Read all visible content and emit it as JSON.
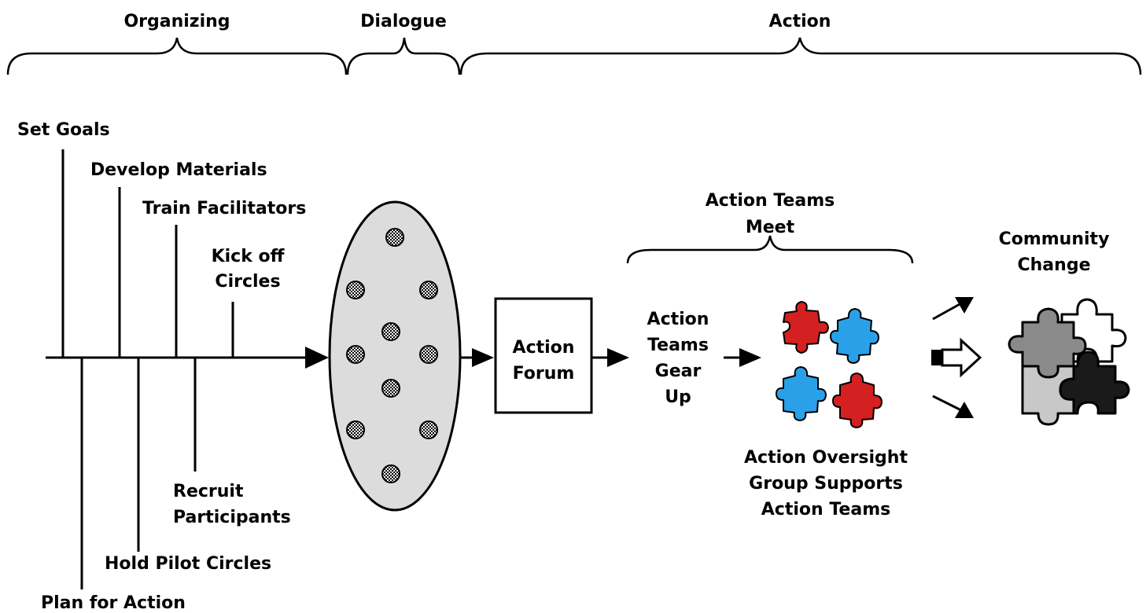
{
  "phases": {
    "organizing": "Organizing",
    "dialogue": "Dialogue",
    "action": "Action"
  },
  "timeline_top": {
    "set_goals": "Set Goals",
    "develop_materials": "Develop Materials",
    "train_facilitators": "Train Facilitators",
    "kick_off_1": "Kick off",
    "kick_off_2": "Circles"
  },
  "timeline_bottom": {
    "plan_for_action": "Plan for Action",
    "hold_pilot_circles": "Hold Pilot Circles",
    "recruit_1": "Recruit",
    "recruit_2": "Participants"
  },
  "forum": {
    "line1": "Action",
    "line2": "Forum"
  },
  "gear_up": {
    "line1": "Action",
    "line2": "Teams",
    "line3": "Gear",
    "line4": "Up"
  },
  "teams_meet": {
    "line1": "Action Teams",
    "line2": "Meet"
  },
  "oversight": {
    "line1": "Action Oversight",
    "line2": "Group Supports",
    "line3": "Action Teams"
  },
  "community_change": {
    "line1": "Community",
    "line2": "Change"
  },
  "colors": {
    "oval_fill": "#dcdcdc",
    "puzzle_red": "#d42020",
    "puzzle_blue": "#2aa0e8",
    "puzzle_dark": "#1a1a1a",
    "puzzle_gray": "#8a8a8a",
    "puzzle_light": "#c8c8c8"
  }
}
